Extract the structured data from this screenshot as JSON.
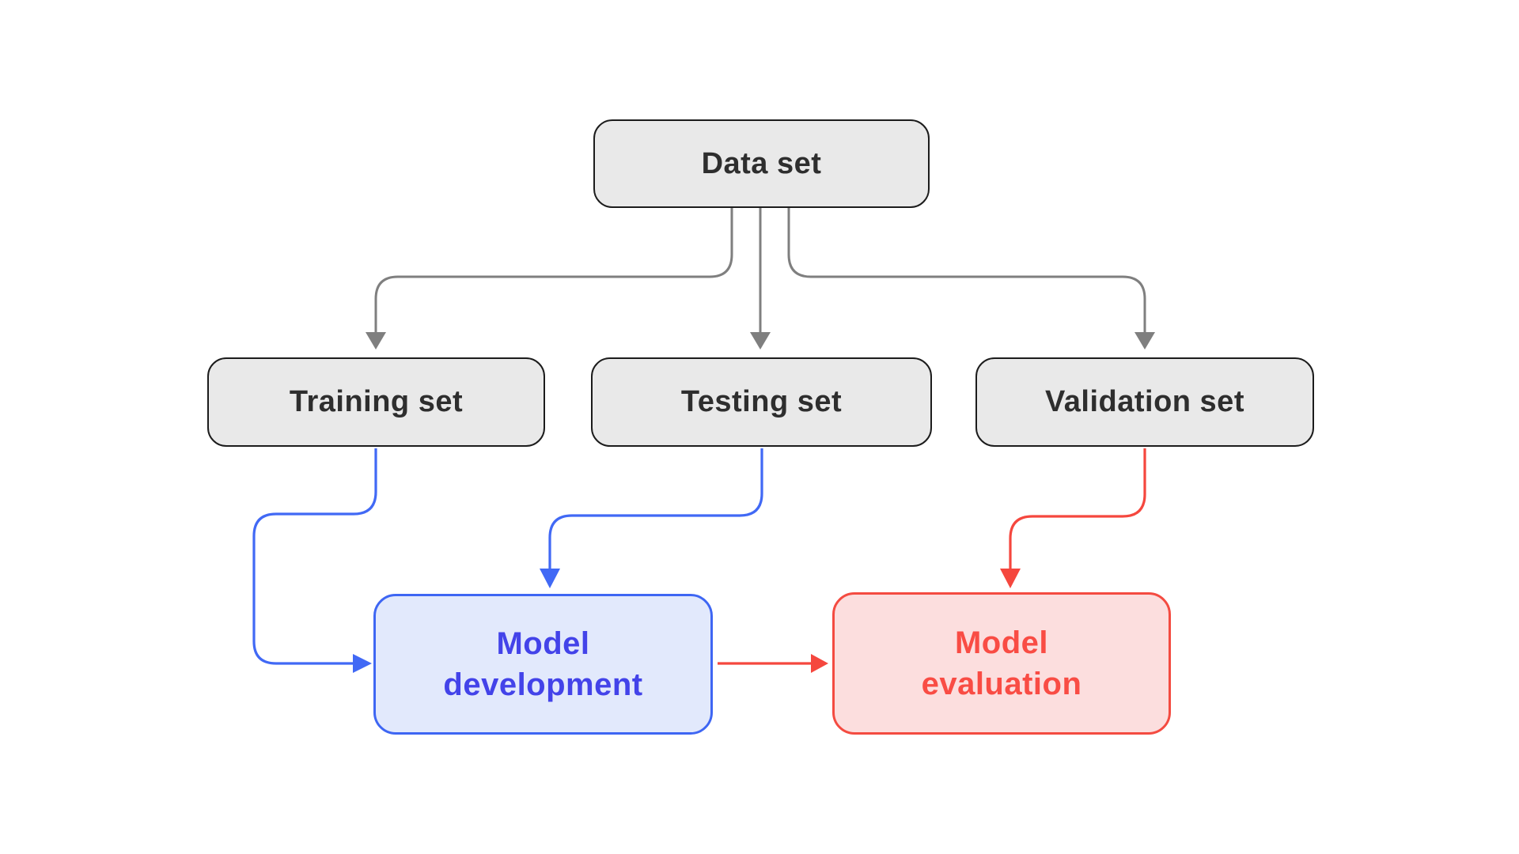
{
  "nodes": {
    "dataset": {
      "label": "Data set"
    },
    "training": {
      "label": "Training set"
    },
    "testing": {
      "label": "Testing set"
    },
    "validation": {
      "label": "Validation set"
    },
    "model_development": {
      "label": "Model development"
    },
    "model_evaluation": {
      "label": "Model evaluation"
    }
  },
  "edges": [
    {
      "from": "Data set",
      "to": "Training set",
      "color": "#7f7f7f"
    },
    {
      "from": "Data set",
      "to": "Testing set",
      "color": "#7f7f7f"
    },
    {
      "from": "Data set",
      "to": "Validation set",
      "color": "#7f7f7f"
    },
    {
      "from": "Training set",
      "to": "Model development",
      "color": "#4169f5"
    },
    {
      "from": "Testing set",
      "to": "Model development",
      "color": "#4169f5"
    },
    {
      "from": "Validation set",
      "to": "Model evaluation",
      "color": "#f5473e"
    },
    {
      "from": "Model development",
      "to": "Model evaluation",
      "color": "#f5473e"
    }
  ],
  "colors": {
    "background": "#ffffff",
    "gray_fill": "#e9e9e9",
    "gray_border": "#1c1c1c",
    "gray_text": "#2e2e2e",
    "gray_connector": "#7f7f7f",
    "blue_connector": "#4169f5",
    "blue_fill": "#e2e9fc",
    "blue_border": "#3e66f3",
    "blue_text": "#4343e9",
    "red_connector": "#f5473e",
    "red_fill": "#fcdede",
    "red_border": "#f44b41",
    "red_text": "#f94c44"
  }
}
